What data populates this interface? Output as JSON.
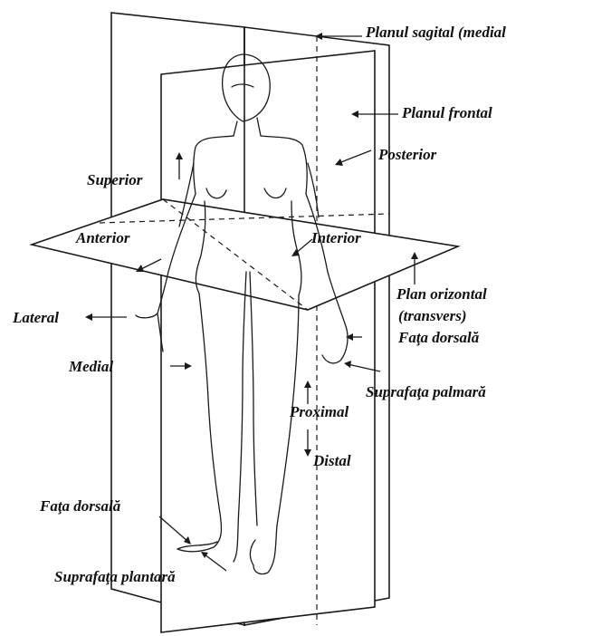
{
  "labels": {
    "sagittal": "Planul sagital (medial",
    "frontal": "Planul frontal",
    "posterior": "Posterior",
    "superior": "Superior",
    "anterior": "Anterior",
    "interior": "Interior",
    "orizontal_1": "Plan orizontal",
    "orizontal_2": "(transvers)",
    "fata_dorsala_hand": "Faţa dorsală",
    "lateral": "Lateral",
    "medial": "Medial",
    "palmara": "Suprafaţa palmară",
    "proximal": "Proximal",
    "distal": "Distal",
    "fata_dorsala_foot": "Faţa dorsală",
    "plantara": "Suprafaţa plantară"
  }
}
